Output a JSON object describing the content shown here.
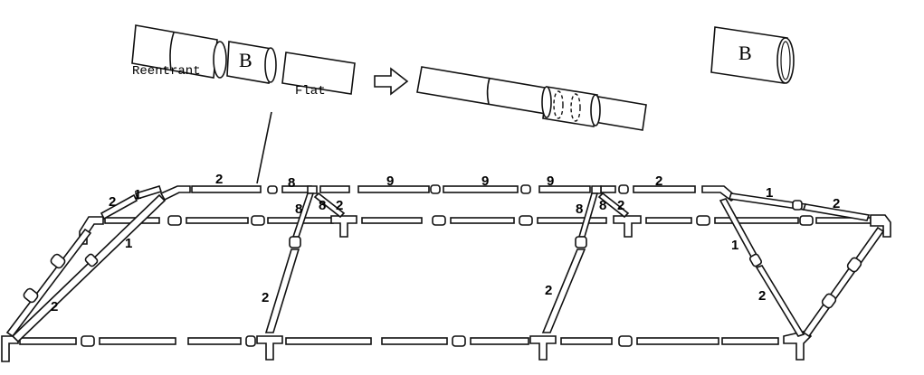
{
  "detail": {
    "reentrant_label": "Reentrant",
    "flat_label": "Flat",
    "connector_letter": "B",
    "connector_letter_standalone": "B"
  },
  "pipe_numbers": {
    "top_left_2": "2",
    "top_8": "8",
    "top_9a": "9",
    "top_9b": "9",
    "top_9c": "9",
    "top_right_2": "2",
    "left_small_2": "2",
    "left_1_upper": "1",
    "left_1_lower": "1",
    "left_2_bottom": "2",
    "mid1_8_left": "8",
    "mid1_8_right": "8",
    "mid1_2_small": "2",
    "mid1_2_long": "2",
    "mid2_8_left": "8",
    "mid2_8_right": "8",
    "mid2_2_small": "2",
    "mid2_2_long": "2",
    "right_1_top": "1",
    "right_2_top": "2",
    "right_1_lower": "1",
    "right_2_lower": "2"
  }
}
